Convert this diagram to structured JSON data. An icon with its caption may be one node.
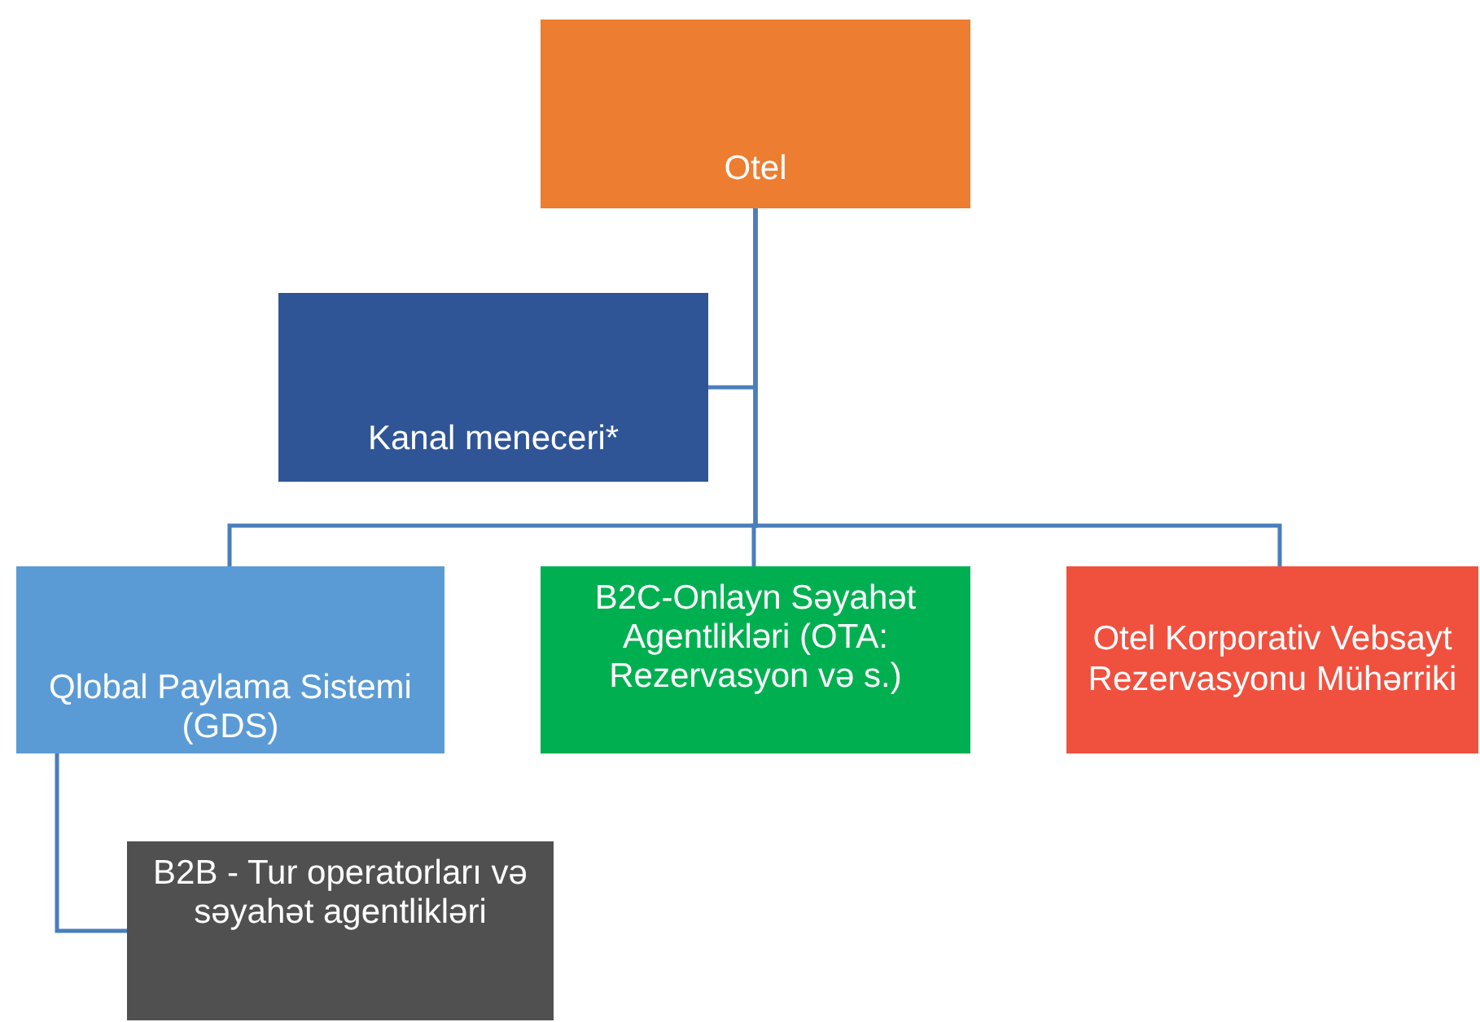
{
  "diagram": {
    "nodes": [
      {
        "text": [
          "Otel"
        ]
      },
      {
        "text": [
          "Kanal meneceri*"
        ]
      },
      {
        "text": [
          "Qlobal Paylama Sistemi (GDS)"
        ]
      },
      {
        "text": [
          "B2C-Onlayn Səyahət Agentlikləri (OTA: Rezervasyon və s.)"
        ]
      },
      {
        "text": [
          "Otel Korporativ Vebsayt Rezervasyonu Mühərriki"
        ]
      },
      {
        "text": [
          "B2B - Tur operatorları və səyahət agentlikləri"
        ]
      }
    ],
    "edges": [
      {
        "from": 0,
        "to": 1,
        "arrow": "none"
      },
      {
        "from": 0,
        "to": 2,
        "arrow": "none"
      },
      {
        "from": 0,
        "to": 3,
        "arrow": "none"
      },
      {
        "from": 0,
        "to": 4,
        "arrow": "none"
      },
      {
        "from": 2,
        "to": 5,
        "arrow": "none"
      }
    ]
  }
}
